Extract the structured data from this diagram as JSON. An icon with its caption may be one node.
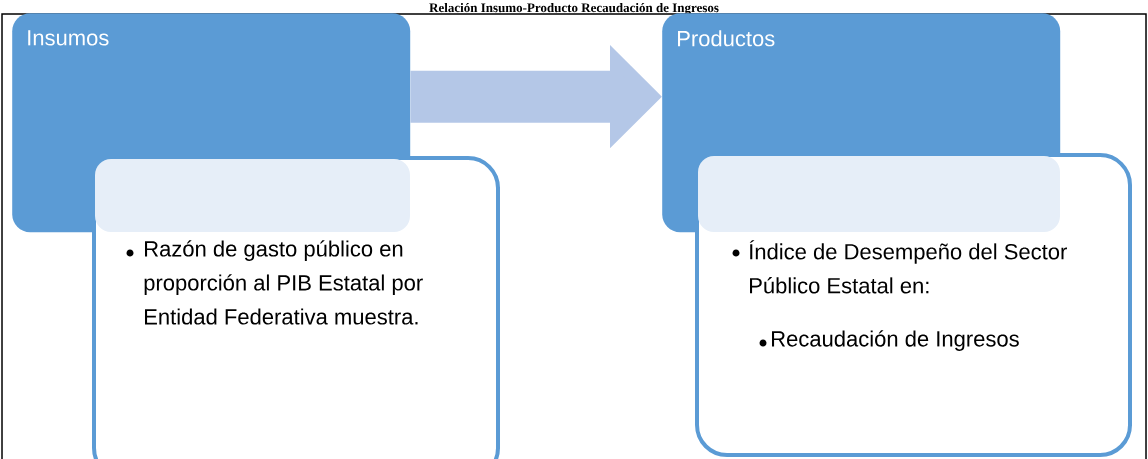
{
  "diagram": {
    "title": "Relación Insumo-Producto Recaudación de Ingresos",
    "nodes": [
      {
        "text": [
          "Insumos"
        ]
      },
      {
        "text": [
          "Razón de gasto público en proporción al PIB Estatal por Entidad Federativa muestra."
        ]
      },
      {
        "text": [
          "Productos"
        ]
      },
      {
        "text": [
          "Índice de Desempeño del Sector Público Estatal en:",
          "Recaudación de Ingresos"
        ]
      }
    ],
    "edges": [
      {
        "from": 0,
        "to": 2,
        "arrow": "to"
      }
    ]
  }
}
